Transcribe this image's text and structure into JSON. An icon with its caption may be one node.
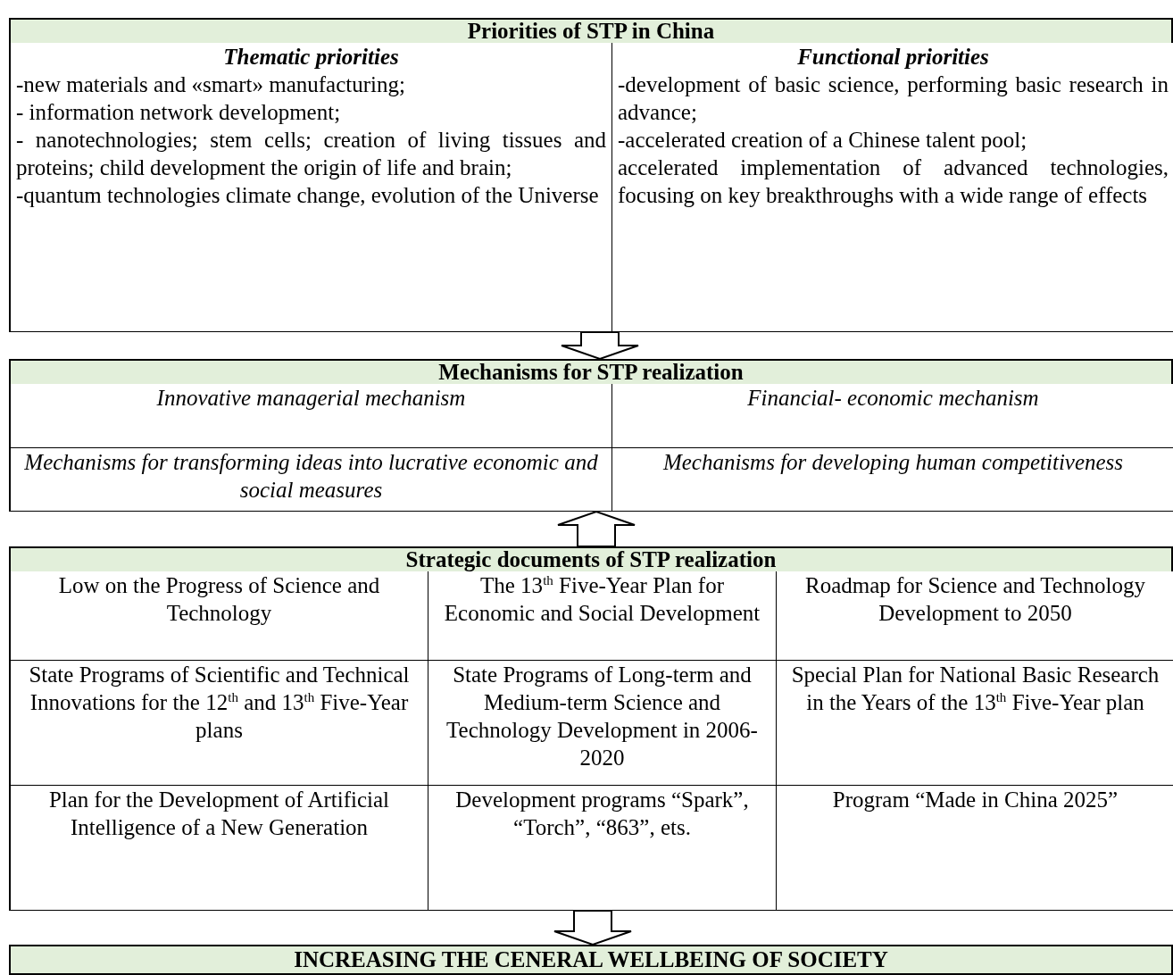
{
  "diagram": {
    "nodes": [
      {
        "text": [
          "Priorities of STP in China"
        ]
      },
      {
        "text": [
          "Thematic priorities",
          "-new materials and «smart» manufacturing;",
          "- information network development;",
          "- nanotechnologies; stem cells; creation of living tissues and proteins; child development the origin of life and brain;",
          " -quantum technologies climate change, evolution of the Universe"
        ],
        "in": 0
      },
      {
        "text": [
          "Functional priorities",
          "-development of basic science, performing basic research in advance;",
          "-accelerated creation of a Chinese talent pool;",
          "accelerated implementation of advanced technologies, focusing on key breakthroughs with a wide range of effects"
        ],
        "in": 0
      },
      {
        "text": [
          "Mechanisms for STP realization"
        ]
      },
      {
        "text": [
          "Innovative managerial mechanism"
        ],
        "in": 3
      },
      {
        "text": [
          "Financial- economic mechanism"
        ],
        "in": 3
      },
      {
        "text": [
          "Mechanisms for transforming ideas into lucrative economic and social measures"
        ],
        "in": 3
      },
      {
        "text": [
          "Mechanisms for developing human competitiveness"
        ],
        "in": 3
      },
      {
        "text": [
          "Strategic documents of STP realization"
        ]
      },
      {
        "text": [
          "Low on the Progress of Science and Technology"
        ],
        "in": 8
      },
      {
        "text": [
          "The 13$^{th}$ Five-Year Plan for Economic and Social Development"
        ],
        "in": 8
      },
      {
        "text": [
          "Roadmap for Science and Technology Development to 2050"
        ],
        "in": 8
      },
      {
        "text": [
          "State Programs of Scientific and Technical Innovations for the 12$^{th}$ and 13$^{th}$ Five-Year plans"
        ],
        "in": 8
      },
      {
        "text": [
          "State Programs of Long-term and Medium-term Science and Technology Development in 2006-2020"
        ],
        "in": 8
      },
      {
        "text": [
          "Special Plan for National Basic Research in the Years of the 13$^{th}$ Five-Year plan"
        ],
        "in": 8
      },
      {
        "text": [
          "Plan for the Development of Artificial Intelligence of a New Generation"
        ],
        "in": 8
      },
      {
        "text": [
          "Development programs “Spark”, “Torch”, “863”, ets."
        ],
        "in": 8
      },
      {
        "text": [
          "Program “Made in China 2025”"
        ],
        "in": 8
      },
      {
        "text": [
          "INCREASING THE CENERAL WELLBEING OF SOCIETY"
        ]
      }
    ],
    "edges": [
      {
        "from": 0,
        "to": 3,
        "arrow": "to"
      },
      {
        "from": 8,
        "to": 3,
        "arrow": "to"
      },
      {
        "from": 8,
        "to": 18,
        "arrow": "to"
      }
    ]
  }
}
